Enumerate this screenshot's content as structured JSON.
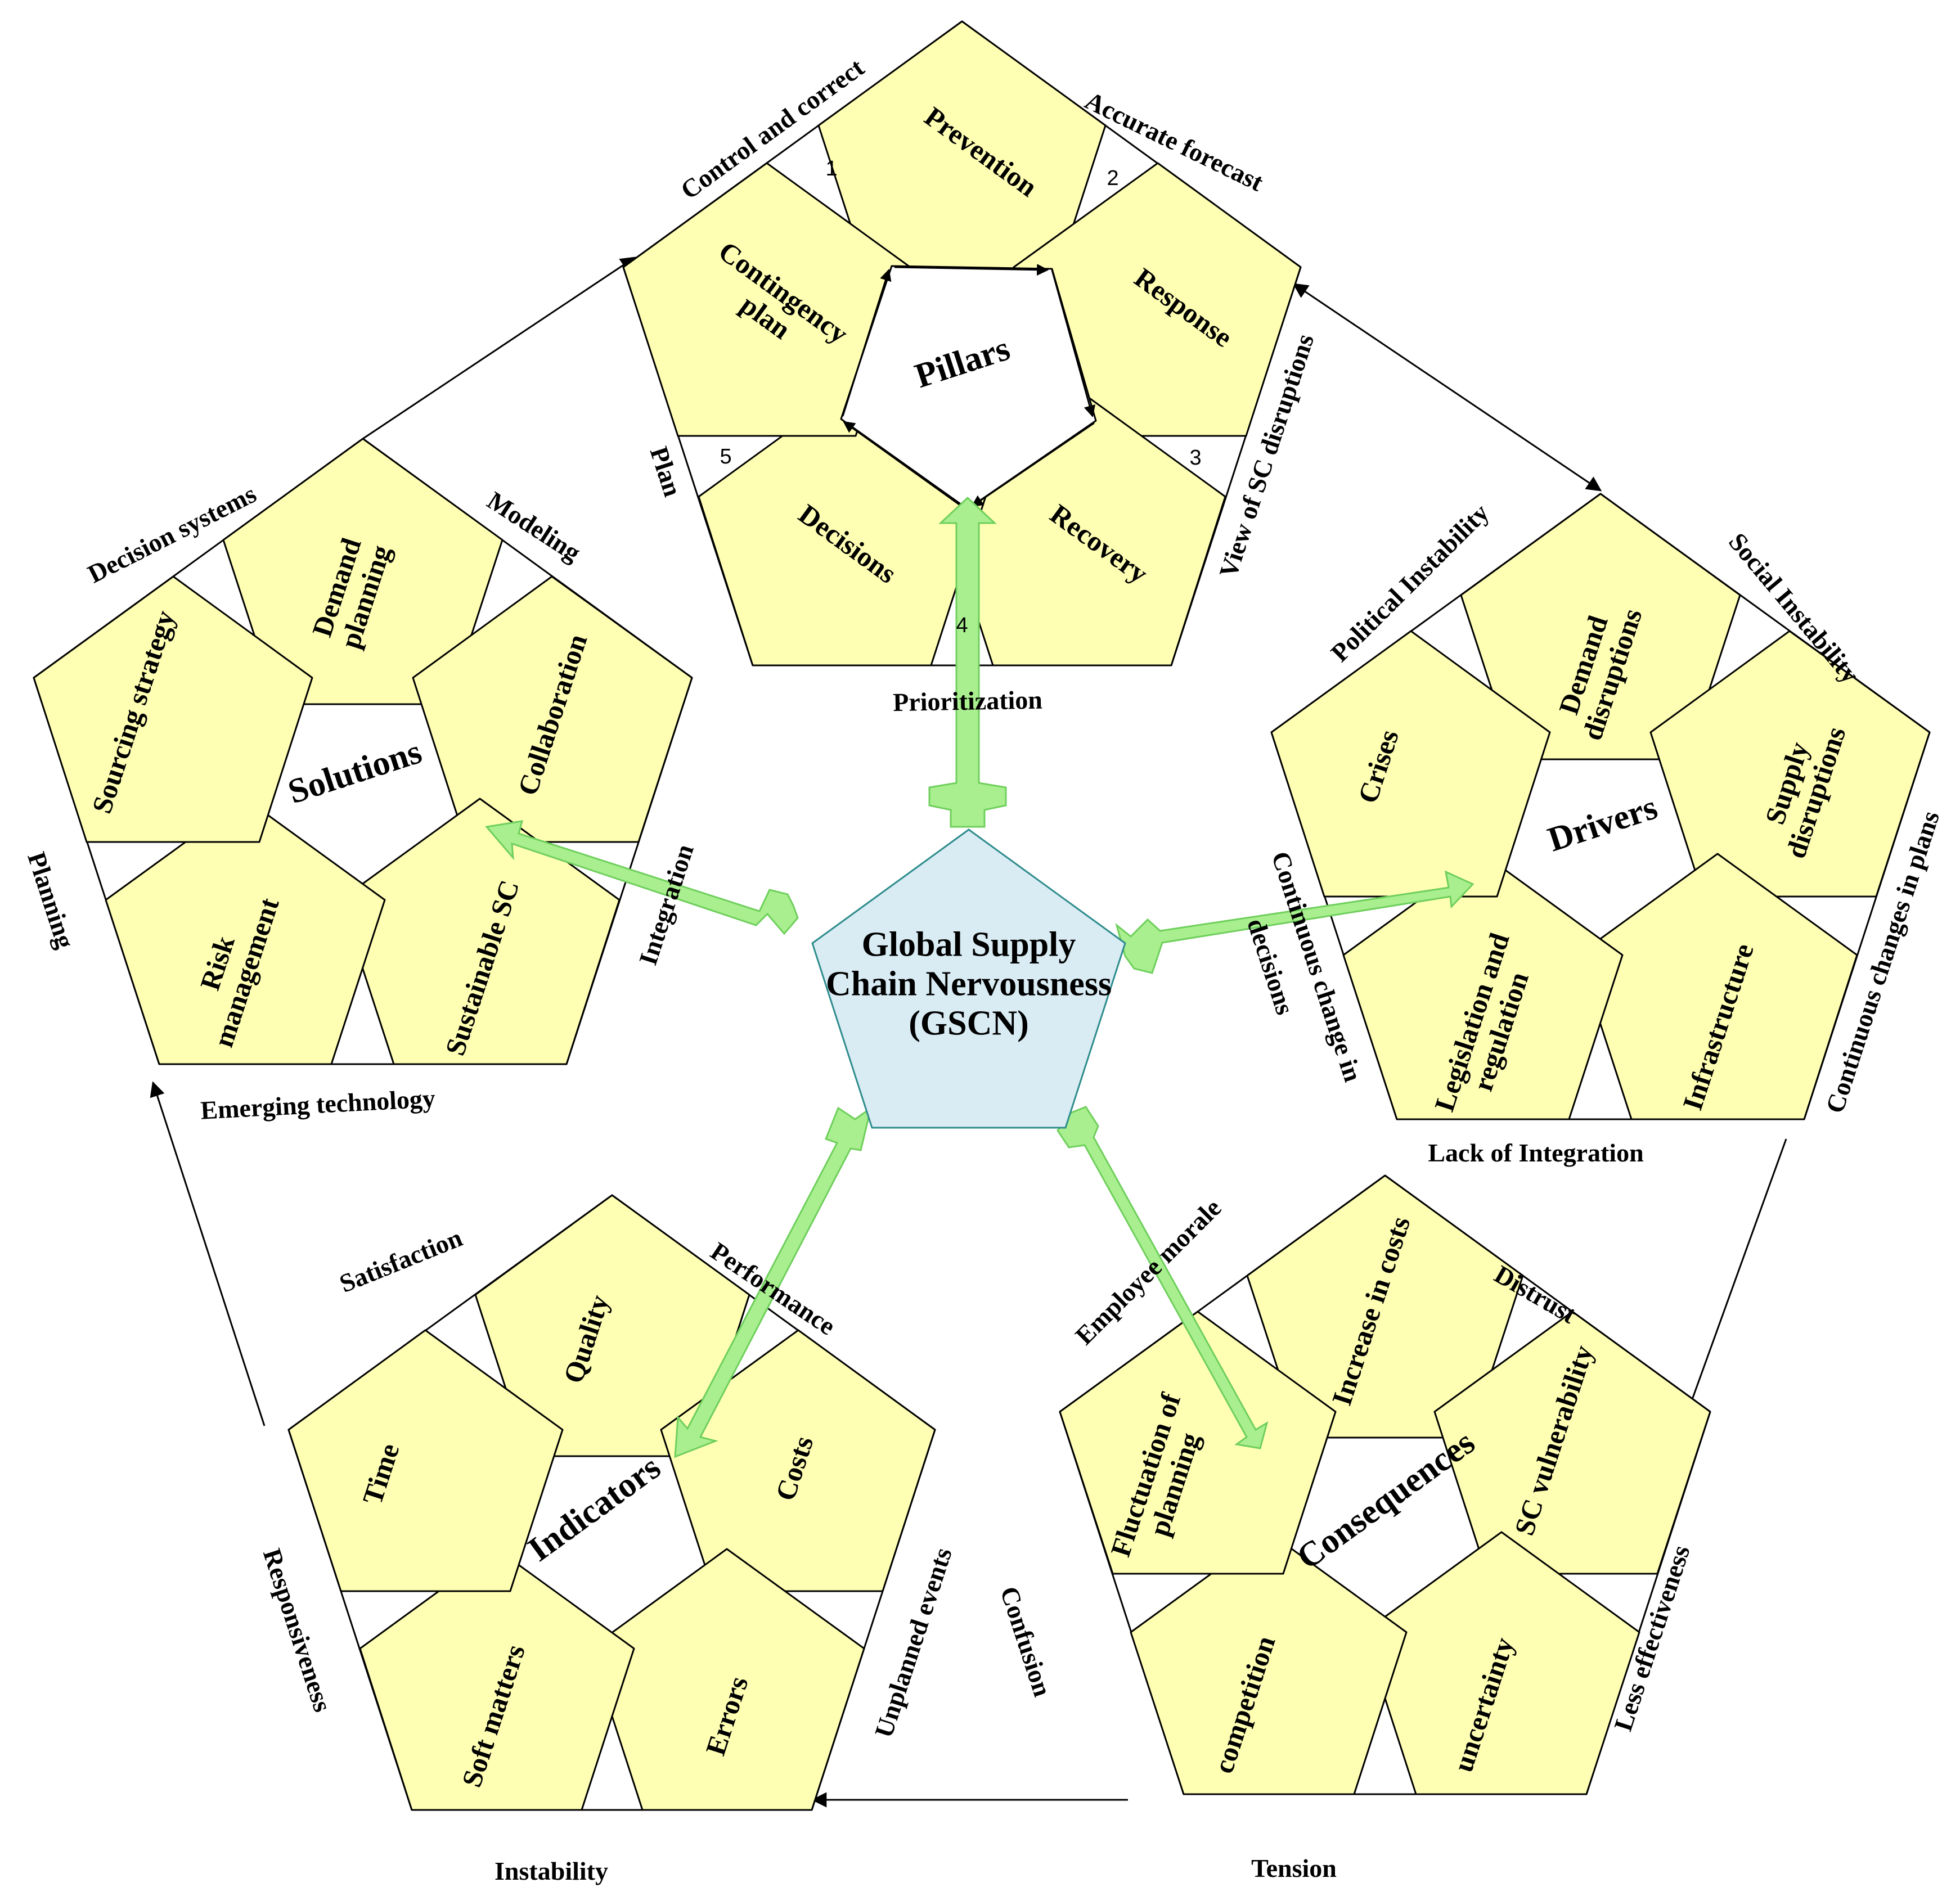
{
  "core": {
    "lines": [
      "Global Supply",
      "Chain Nervousness",
      "(GSCN)"
    ],
    "fill": "#d9ecf4"
  },
  "colors": {
    "cell_fill": "#ffffb4",
    "core_fill": "#d9ecf4",
    "connector_fill": "#a9ef8f"
  },
  "clusters": [
    {
      "id": "pillars",
      "hub": "Pillars",
      "cells": [
        {
          "lines": [
            "Prevention"
          ]
        },
        {
          "lines": [
            "Response"
          ]
        },
        {
          "lines": [
            "Recovery"
          ]
        },
        {
          "lines": [
            "Decisions"
          ]
        },
        {
          "lines": [
            "Contingency",
            "plan"
          ]
        }
      ],
      "gap_numbers": [
        "1",
        "2",
        "3",
        "4",
        "5"
      ],
      "edge_labels": [
        "Control and correct",
        "Accurate forecast",
        "View of SC disruptions",
        "Prioritization",
        "Plan"
      ]
    },
    {
      "id": "drivers",
      "hub": "Drivers",
      "cells": [
        {
          "lines": [
            "Demand",
            "disruptions"
          ]
        },
        {
          "lines": [
            "Supply",
            "disruptions"
          ]
        },
        {
          "lines": [
            "Infrastructure"
          ]
        },
        {
          "lines": [
            "Legislation and",
            "regulation"
          ]
        },
        {
          "lines": [
            "Crises"
          ]
        }
      ],
      "edge_labels": [
        "Political Instability",
        "Social Instability",
        "Continuous changes in plans",
        "Lack of Integration",
        "Continuous change in",
        "decisions"
      ]
    },
    {
      "id": "consequences",
      "hub": "Consequences",
      "cells": [
        {
          "lines": [
            "Increase in costs"
          ]
        },
        {
          "lines": [
            "SC vulnerability"
          ]
        },
        {
          "lines": [
            "uncertainty"
          ]
        },
        {
          "lines": [
            "competition"
          ]
        },
        {
          "lines": [
            "Fluctuation of",
            "planning"
          ]
        }
      ],
      "edge_labels": [
        "Employee morale",
        "Distrust",
        "Less effectiveness",
        "Tension",
        "Confusion"
      ]
    },
    {
      "id": "indicators",
      "hub": "Indicators",
      "cells": [
        {
          "lines": [
            "Quality"
          ]
        },
        {
          "lines": [
            "Costs"
          ]
        },
        {
          "lines": [
            "Errors"
          ]
        },
        {
          "lines": [
            "Soft matters"
          ]
        },
        {
          "lines": [
            "Time"
          ]
        }
      ],
      "edge_labels": [
        "Satisfaction",
        "Performance",
        "Unplanned events",
        "Instability",
        "Responsiveness"
      ]
    },
    {
      "id": "solutions",
      "hub": "Solutions",
      "cells": [
        {
          "lines": [
            "Demand",
            "planning"
          ]
        },
        {
          "lines": [
            "Collaboration"
          ]
        },
        {
          "lines": [
            "Sustainable SC"
          ]
        },
        {
          "lines": [
            "Risk",
            "management"
          ]
        },
        {
          "lines": [
            "Sourcing strategy"
          ]
        }
      ],
      "edge_labels": [
        "Decision systems",
        "Modeling",
        "Integration",
        "Emerging technology",
        "Planning"
      ]
    }
  ]
}
